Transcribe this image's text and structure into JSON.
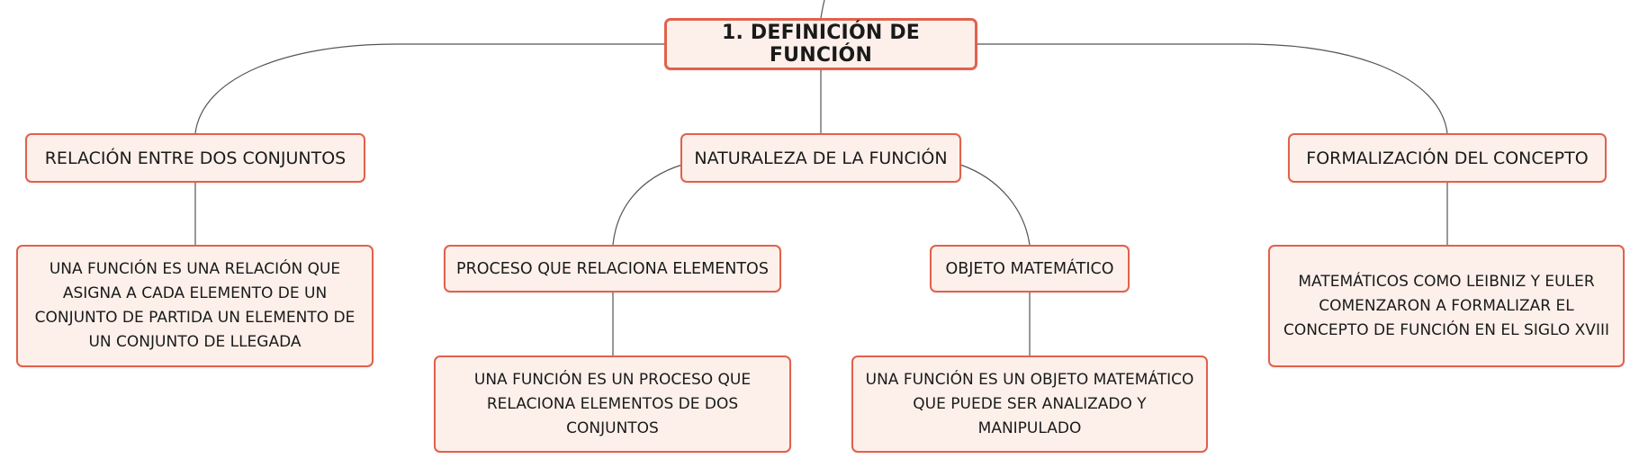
{
  "colors": {
    "border": "#e2614c",
    "fill": "#fdf0ea",
    "line": "#555555",
    "text": "#1a1a1a"
  },
  "root": {
    "label": "1. DEFINICIÓN DE FUNCIÓN"
  },
  "branches": {
    "relacion": {
      "label": "RELACIÓN ENTRE DOS CONJUNTOS",
      "detail": "UNA FUNCIÓN ES UNA RELACIÓN QUE ASIGNA A CADA ELEMENTO DE UN CONJUNTO DE PARTIDA UN ELEMENTO DE UN CONJUNTO DE LLEGADA"
    },
    "naturaleza": {
      "label": "NATURALEZA DE LA FUNCIÓN",
      "proceso": {
        "label": "PROCESO QUE RELACIONA ELEMENTOS",
        "detail": "UNA FUNCIÓN ES UN PROCESO QUE RELACIONA ELEMENTOS DE DOS CONJUNTOS"
      },
      "objeto": {
        "label": "OBJETO MATEMÁTICO",
        "detail": "UNA FUNCIÓN ES UN OBJETO MATEMÁTICO QUE PUEDE SER ANALIZADO Y MANIPULADO"
      }
    },
    "formalizacion": {
      "label": "FORMALIZACIÓN DEL CONCEPTO",
      "detail": "MATEMÁTICOS COMO LEIBNIZ Y EULER COMENZARON A FORMALIZAR EL CONCEPTO DE FUNCIÓN EN EL SIGLO XVIII"
    }
  }
}
